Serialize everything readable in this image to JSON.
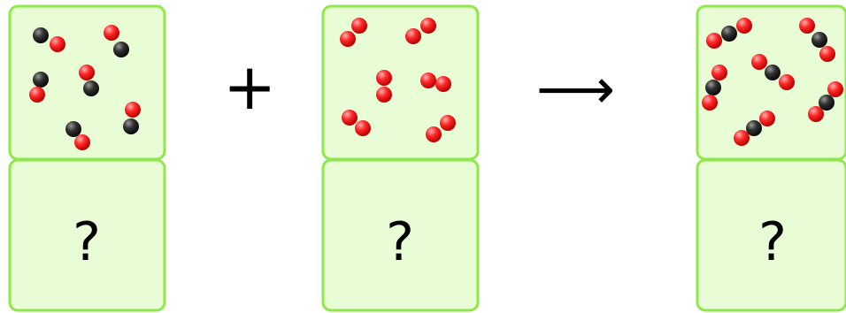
{
  "colors": {
    "panel_fill": "#e8fcd6",
    "panel_border": "#8ee84a",
    "oxygen": "#ff2a2a",
    "carbon": "#333333",
    "text": "#000000"
  },
  "operators": {
    "plus": "+",
    "arrow": "⟶"
  },
  "unknown_label": "?",
  "panels": [
    {
      "id": "reactant-co",
      "molecules": [
        {
          "atoms": [
            [
              "C",
              46,
              40
            ],
            [
              "O",
              65,
              50
            ]
          ]
        },
        {
          "atoms": [
            [
              "O",
              126,
              37
            ],
            [
              "C",
              137,
              56
            ]
          ]
        },
        {
          "atoms": [
            [
              "C",
              46,
              90
            ],
            [
              "O",
              42,
              107
            ]
          ]
        },
        {
          "atoms": [
            [
              "O",
              98,
              82
            ],
            [
              "C",
              103,
              100
            ]
          ]
        },
        {
          "atoms": [
            [
              "O",
              150,
              124
            ],
            [
              "C",
              148,
              143
            ]
          ]
        },
        {
          "atoms": [
            [
              "C",
              83,
              146
            ],
            [
              "O",
              93,
              161
            ]
          ]
        }
      ]
    },
    {
      "id": "reactant-o2",
      "molecules": [
        {
          "atoms": [
            [
              "O",
              406,
              29
            ],
            [
              "O",
              393,
              44
            ]
          ]
        },
        {
          "atoms": [
            [
              "O",
              484,
              29
            ],
            [
              "O",
              467,
              41
            ]
          ]
        },
        {
          "atoms": [
            [
              "O",
              434,
              88
            ],
            [
              "O",
              434,
              107
            ]
          ]
        },
        {
          "atoms": [
            [
              "O",
              484,
              91
            ],
            [
              "O",
              501,
              95
            ]
          ]
        },
        {
          "atoms": [
            [
              "O",
              395,
              133
            ],
            [
              "O",
              410,
              145
            ]
          ]
        },
        {
          "atoms": [
            [
              "O",
              506,
              139
            ],
            [
              "O",
              490,
              152
            ]
          ]
        }
      ]
    },
    {
      "id": "product-co2",
      "molecules": [
        {
          "atoms": [
            [
              "O",
              807,
              46
            ],
            [
              "C",
              824,
              38
            ],
            [
              "O",
              841,
              29
            ]
          ]
        },
        {
          "atoms": [
            [
              "O",
              912,
              29
            ],
            [
              "C",
              926,
              45
            ],
            [
              "O",
              935,
              61
            ]
          ]
        },
        {
          "atoms": [
            [
              "O",
              858,
              70
            ],
            [
              "C",
              873,
              82
            ],
            [
              "O",
              889,
              93
            ]
          ]
        },
        {
          "atoms": [
            [
              "O",
              813,
              82
            ],
            [
              "C",
              806,
              99
            ],
            [
              "O",
              802,
              116
            ]
          ]
        },
        {
          "atoms": [
            [
              "O",
              944,
              101
            ],
            [
              "C",
              934,
              116
            ],
            [
              "O",
              922,
              129
            ]
          ]
        },
        {
          "atoms": [
            [
              "O",
              867,
              134
            ],
            [
              "C",
              852,
              145
            ],
            [
              "O",
              838,
              156
            ]
          ]
        }
      ]
    }
  ]
}
